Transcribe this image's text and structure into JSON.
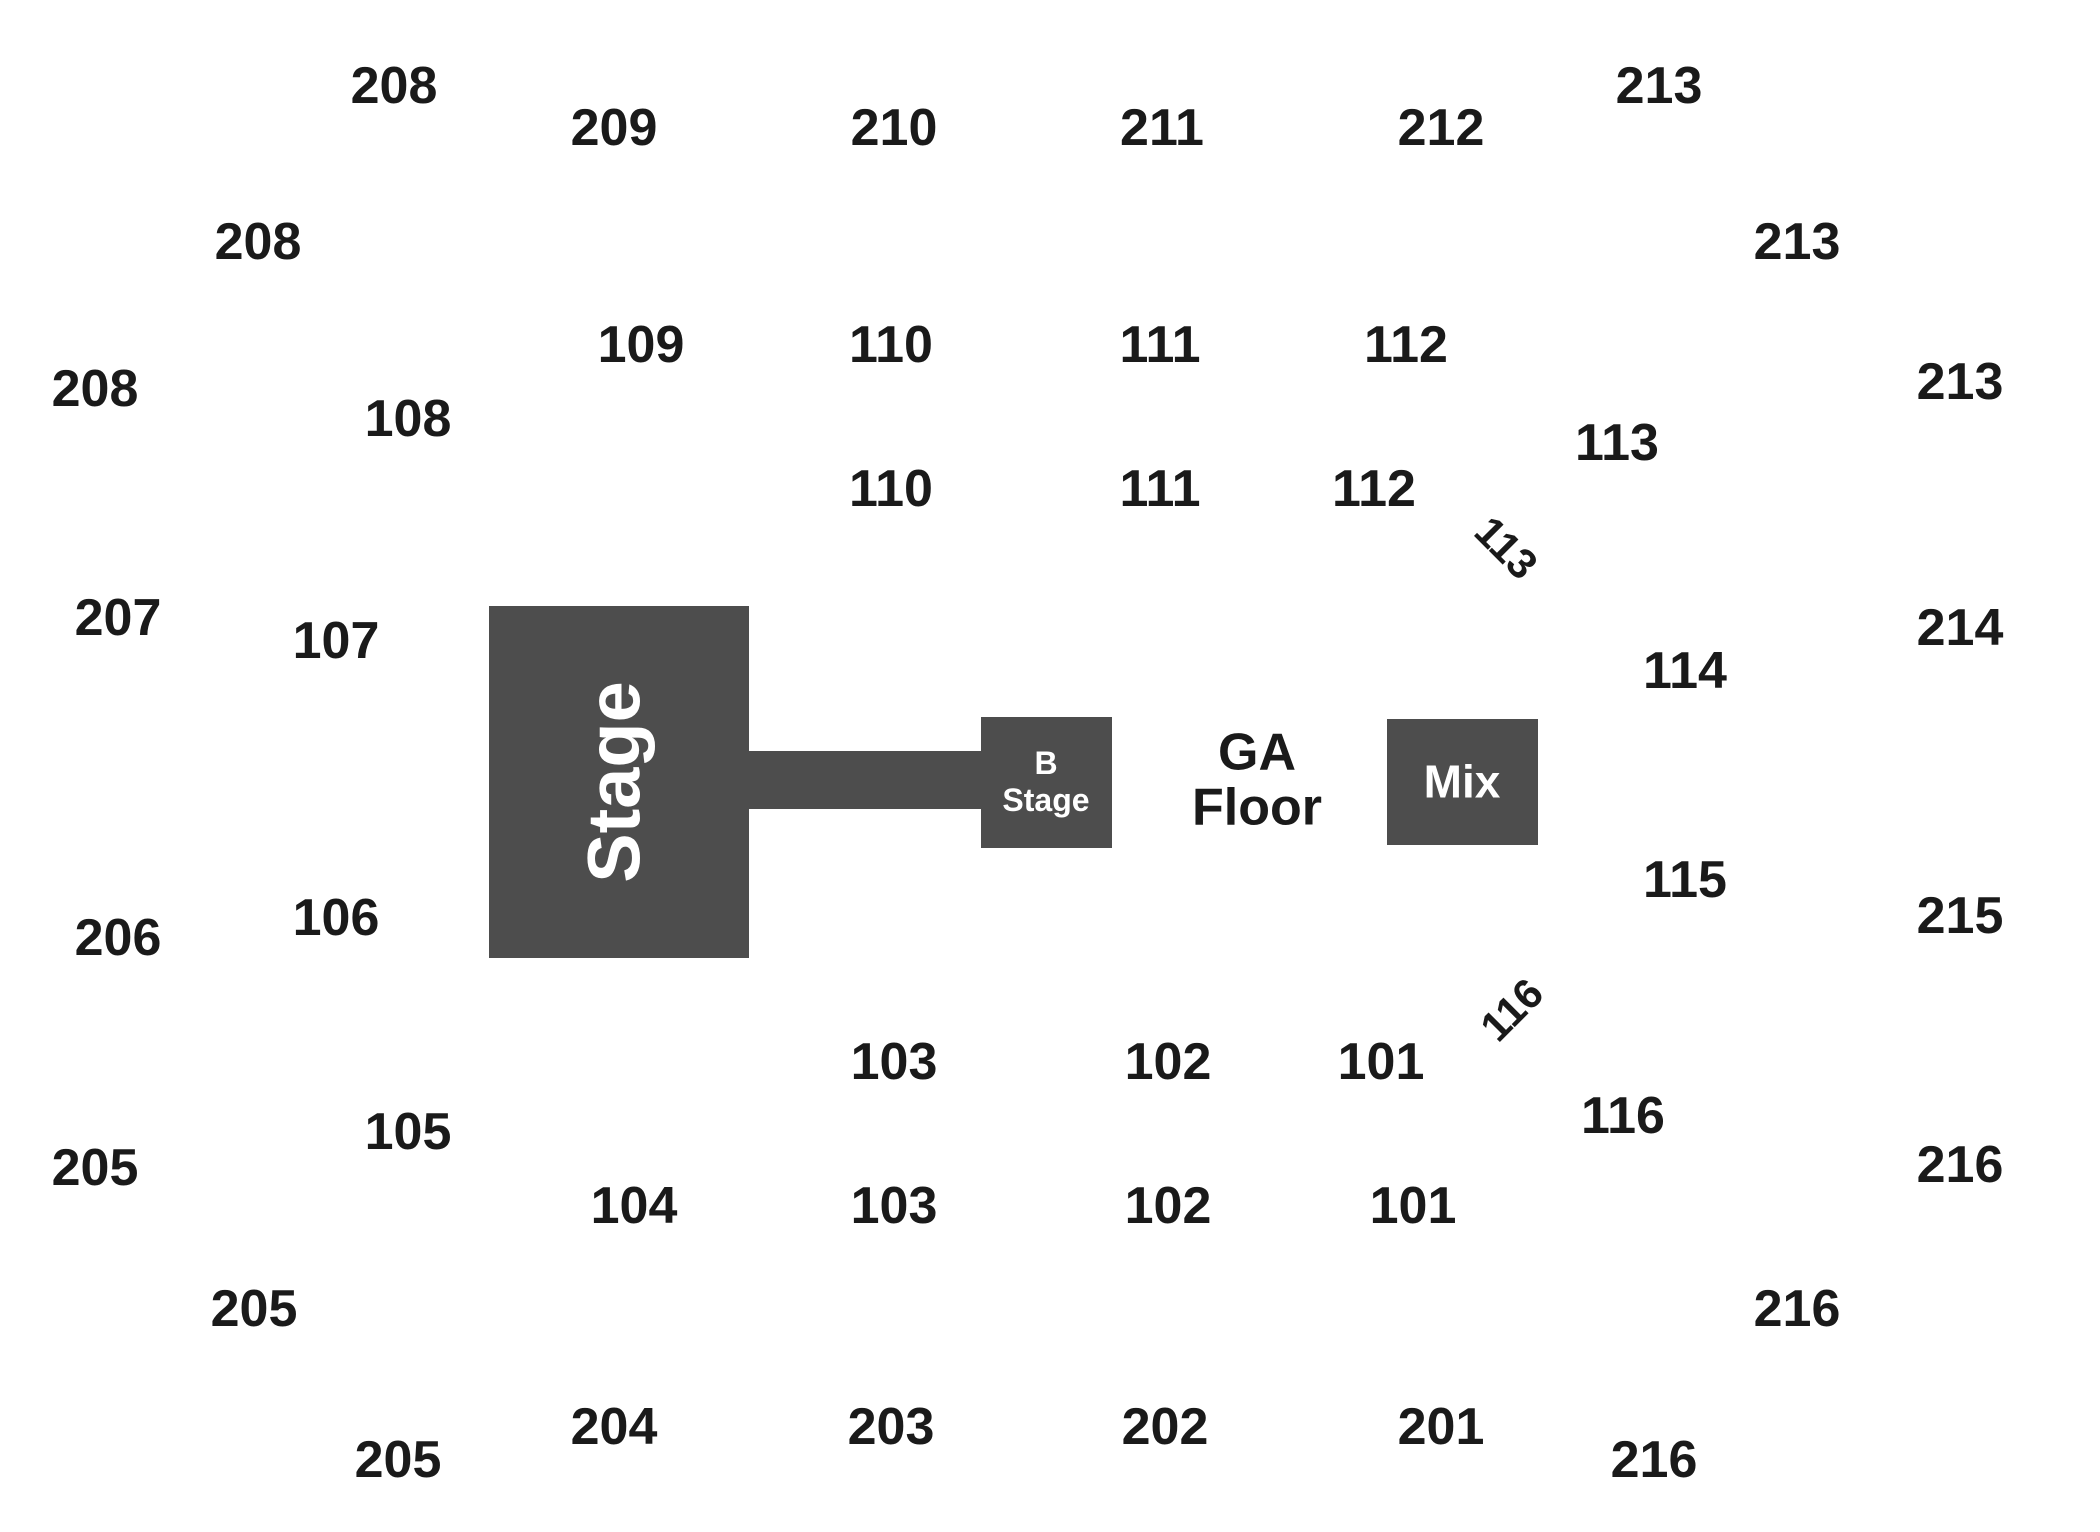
{
  "colors": {
    "background": "#ffffff",
    "block": "#4d4d4d",
    "label": "#1a1a1a",
    "block_text": "#ffffff"
  },
  "stage": {
    "label": "Stage"
  },
  "b_stage": {
    "line1": "B",
    "line2": "Stage"
  },
  "ga_floor": {
    "line1": "GA",
    "line2": "Floor"
  },
  "mix": {
    "label": "Mix"
  },
  "sections": [
    "208",
    "209",
    "210",
    "211",
    "212",
    "213",
    "208",
    "213",
    "109",
    "110",
    "111",
    "112",
    "208",
    "108",
    "113",
    "213",
    "110",
    "111",
    "112",
    "113",
    "207",
    "107",
    "114",
    "214",
    "106",
    "206",
    "115",
    "215",
    "116",
    "103",
    "102",
    "101",
    "105",
    "116",
    "205",
    "216",
    "104",
    "103",
    "102",
    "101",
    "205",
    "216",
    "204",
    "203",
    "202",
    "201",
    "205",
    "216"
  ]
}
